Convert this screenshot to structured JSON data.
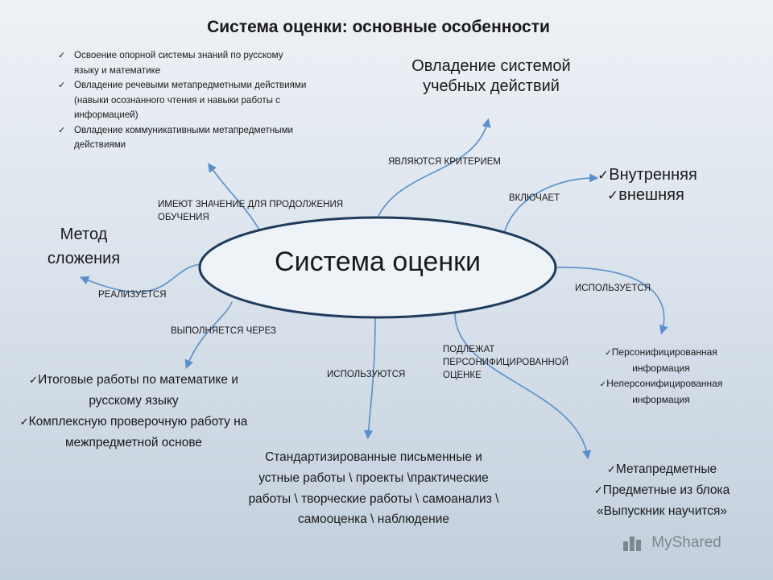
{
  "title": "Система оценки: основные особенности",
  "center": "Система оценки",
  "colors": {
    "line": "#5b8fc9",
    "ellipse_stroke": "#1f3b5c",
    "ellipse_fill": "#eef3f8"
  },
  "top_left": {
    "items": [
      "Освоение опорной системы знаний по русскому языку и математике",
      "Овладение речевыми метапредметными действиями (навыки осознанного чтения и навыки работы с информацией)",
      "Овладение коммуникативными метапредметными действиями"
    ]
  },
  "top_right": "Овладение системой учебных действий",
  "right_top": {
    "items": [
      "Внутренняя",
      "внешняя"
    ]
  },
  "left_mid": "Метод сложения",
  "right_mid": {
    "items": [
      "Персонифицированная информация",
      "Неперсонифицированная информация"
    ]
  },
  "bottom_left": {
    "items": [
      "Итоговые работы по математике и русскому языку",
      "Комплексную проверочную работу на межпредметной основе"
    ]
  },
  "bottom_center": "Стандартизированные письменные и устные работы \\ проекты \\практические работы \\ творческие работы \\ самоанализ \\ самооценка \\ наблюдение",
  "bottom_right": {
    "items": [
      "Метапредметные",
      "Предметные из блока «Выпускник научится»"
    ]
  },
  "edge_labels": {
    "continuation": "ИМЕЮТ ЗНАЧЕНИЕ ДЛЯ ПРОДОЛЖЕНИЯ ОБУЧЕНИЯ",
    "criterion": "ЯВЛЯЮТСЯ КРИТЕРИЕМ",
    "includes": "ВКЛЮЧАЕТ",
    "realized": "РЕАЛИЗУЕТСЯ",
    "used": "ИСПОЛЬЗУЕТСЯ",
    "performed": "ВЫПОЛНЯЕТСЯ ЧЕРЕЗ",
    "used_plural": "ИСПОЛЬЗУЮТСЯ",
    "subject": "ПОДЛЕЖАТ ПЕРСОНИФИЦИРОВАННОЙ ОЦЕНКЕ"
  },
  "check_icon": "✓",
  "watermark": "MyShared"
}
